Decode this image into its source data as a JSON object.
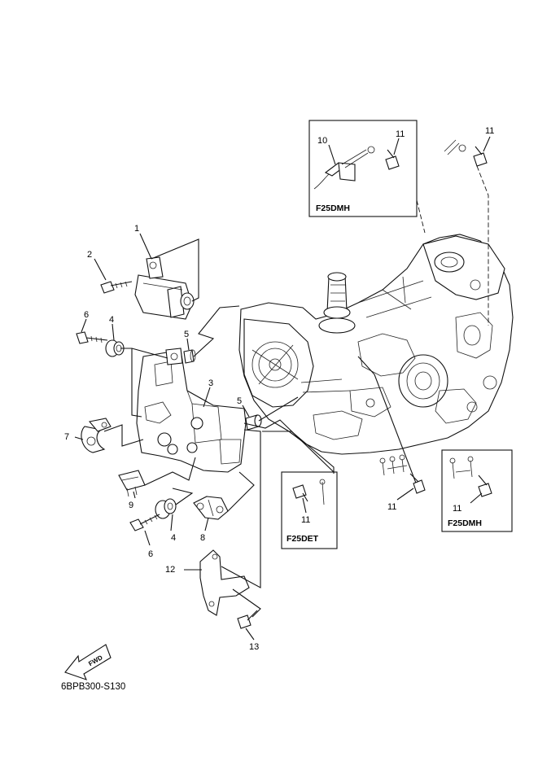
{
  "diagram": {
    "callouts": {
      "c1": "1",
      "c2": "2",
      "c3": "3",
      "c4a": "4",
      "c4b": "4",
      "c5a": "5",
      "c5b": "5",
      "c6a": "6",
      "c6b": "6",
      "c7": "7",
      "c8": "8",
      "c9": "9",
      "c10": "10",
      "c11a": "11",
      "c11b": "11",
      "c11c": "11",
      "c11d": "11",
      "c11e": "11",
      "c12": "12",
      "c13": "13"
    },
    "inset_boxes": {
      "top": "F25DMH",
      "left": "F25DET",
      "right": "F25DMH"
    },
    "fwd_arrow_label": "FWD",
    "drawing_code": "6BPB300-S130"
  }
}
